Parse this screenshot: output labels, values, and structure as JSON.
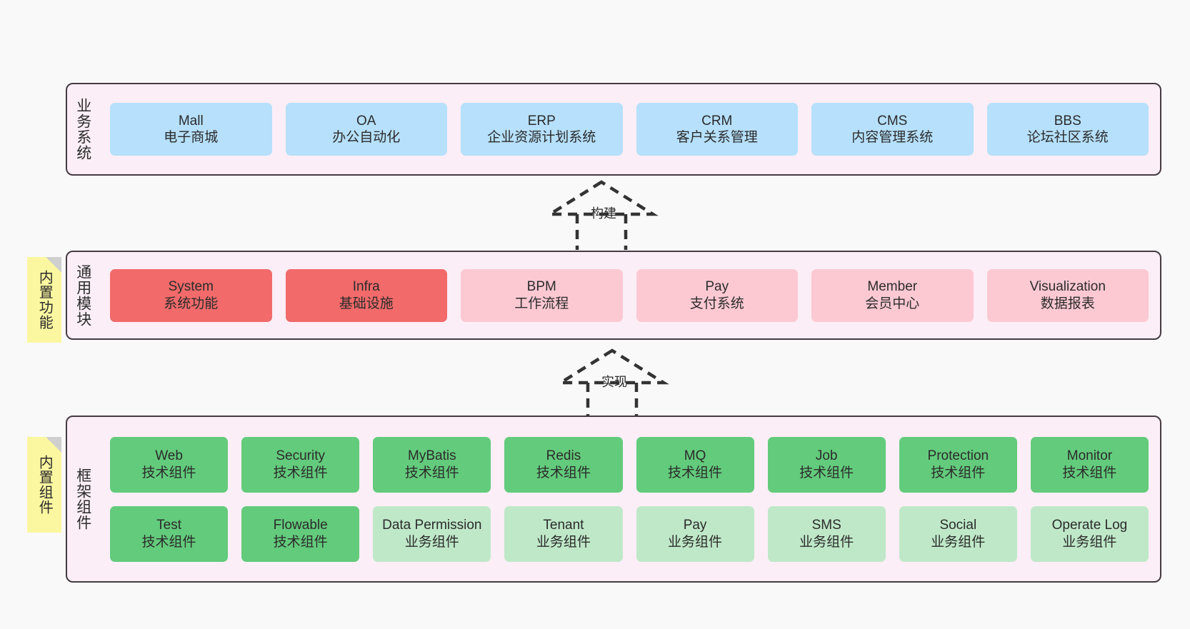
{
  "diagram": {
    "title": "",
    "background": "#f9f9f9",
    "layer_bg": "#fbeef6",
    "layer_border": "#463b42",
    "note_bg": "#fbf7a0"
  },
  "layers": [
    {
      "id": "business-systems",
      "label": "业务系统",
      "note": null,
      "rows": [
        {
          "cards": [
            {
              "name": "mall",
              "title": "Mall",
              "subtitle": "电子商城",
              "color": "#b6e0fb",
              "variant": "c-blue"
            },
            {
              "name": "oa",
              "title": "OA",
              "subtitle": "办公自动化",
              "color": "#b6e0fb",
              "variant": "c-blue"
            },
            {
              "name": "erp",
              "title": "ERP",
              "subtitle": "企业资源计划系统",
              "color": "#b6e0fb",
              "variant": "c-blue"
            },
            {
              "name": "crm",
              "title": "CRM",
              "subtitle": "客户关系管理",
              "color": "#b6e0fb",
              "variant": "c-blue"
            },
            {
              "name": "cms",
              "title": "CMS",
              "subtitle": "内容管理系统",
              "color": "#b6e0fb",
              "variant": "c-blue"
            },
            {
              "name": "bbs",
              "title": "BBS",
              "subtitle": "论坛社区系统",
              "color": "#b6e0fb",
              "variant": "c-blue"
            }
          ]
        }
      ]
    },
    {
      "id": "common-modules",
      "label": "通用模块",
      "note": "内置功能",
      "rows": [
        {
          "cards": [
            {
              "name": "system",
              "title": "System",
              "subtitle": "系统功能",
              "color": "#f26a6a",
              "variant": "c-red"
            },
            {
              "name": "infra",
              "title": "Infra",
              "subtitle": "基础设施",
              "color": "#f26a6a",
              "variant": "c-red"
            },
            {
              "name": "bpm",
              "title": "BPM",
              "subtitle": "工作流程",
              "color": "#fcc9d3",
              "variant": "c-pink"
            },
            {
              "name": "pay",
              "title": "Pay",
              "subtitle": "支付系统",
              "color": "#fcc9d3",
              "variant": "c-pink"
            },
            {
              "name": "member",
              "title": "Member",
              "subtitle": "会员中心",
              "color": "#fcc9d3",
              "variant": "c-pink"
            },
            {
              "name": "visualization",
              "title": "Visualization",
              "subtitle": "数据报表",
              "color": "#fcc9d3",
              "variant": "c-pink"
            }
          ]
        }
      ]
    },
    {
      "id": "framework-components",
      "label": "框架组件",
      "note": "内置组件",
      "rows": [
        {
          "cards": [
            {
              "name": "web",
              "title": "Web",
              "subtitle": "技术组件",
              "color": "#63cb7c",
              "variant": "c-green"
            },
            {
              "name": "security",
              "title": "Security",
              "subtitle": "技术组件",
              "color": "#63cb7c",
              "variant": "c-green"
            },
            {
              "name": "mybatis",
              "title": "MyBatis",
              "subtitle": "技术组件",
              "color": "#63cb7c",
              "variant": "c-green"
            },
            {
              "name": "redis",
              "title": "Redis",
              "subtitle": "技术组件",
              "color": "#63cb7c",
              "variant": "c-green"
            },
            {
              "name": "mq",
              "title": "MQ",
              "subtitle": "技术组件",
              "color": "#63cb7c",
              "variant": "c-green"
            },
            {
              "name": "job",
              "title": "Job",
              "subtitle": "技术组件",
              "color": "#63cb7c",
              "variant": "c-green"
            },
            {
              "name": "protection",
              "title": "Protection",
              "subtitle": "技术组件",
              "color": "#63cb7c",
              "variant": "c-green"
            },
            {
              "name": "monitor",
              "title": "Monitor",
              "subtitle": "技术组件",
              "color": "#63cb7c",
              "variant": "c-green"
            }
          ]
        },
        {
          "cards": [
            {
              "name": "test",
              "title": "Test",
              "subtitle": "技术组件",
              "color": "#63cb7c",
              "variant": "c-green"
            },
            {
              "name": "flowable",
              "title": "Flowable",
              "subtitle": "技术组件",
              "color": "#63cb7c",
              "variant": "c-green"
            },
            {
              "name": "data-permission",
              "title": "Data Permission",
              "subtitle": "业务组件",
              "color": "#bfe8c8",
              "variant": "c-greenlight"
            },
            {
              "name": "tenant",
              "title": "Tenant",
              "subtitle": "业务组件",
              "color": "#bfe8c8",
              "variant": "c-greenlight"
            },
            {
              "name": "pay",
              "title": "Pay",
              "subtitle": "业务组件",
              "color": "#bfe8c8",
              "variant": "c-greenlight"
            },
            {
              "name": "sms",
              "title": "SMS",
              "subtitle": "业务组件",
              "color": "#bfe8c8",
              "variant": "c-greenlight"
            },
            {
              "name": "social",
              "title": "Social",
              "subtitle": "业务组件",
              "color": "#bfe8c8",
              "variant": "c-greenlight"
            },
            {
              "name": "operate-log",
              "title": "Operate Log",
              "subtitle": "业务组件",
              "color": "#bfe8c8",
              "variant": "c-greenlight"
            }
          ]
        }
      ]
    }
  ],
  "connectors": [
    {
      "id": "build",
      "label": "构建",
      "from": "common-modules",
      "to": "business-systems",
      "style": "dashed-hollow-triangle"
    },
    {
      "id": "implement",
      "label": "实现",
      "from": "framework-components",
      "to": "common-modules",
      "style": "dashed-hollow-triangle"
    }
  ]
}
